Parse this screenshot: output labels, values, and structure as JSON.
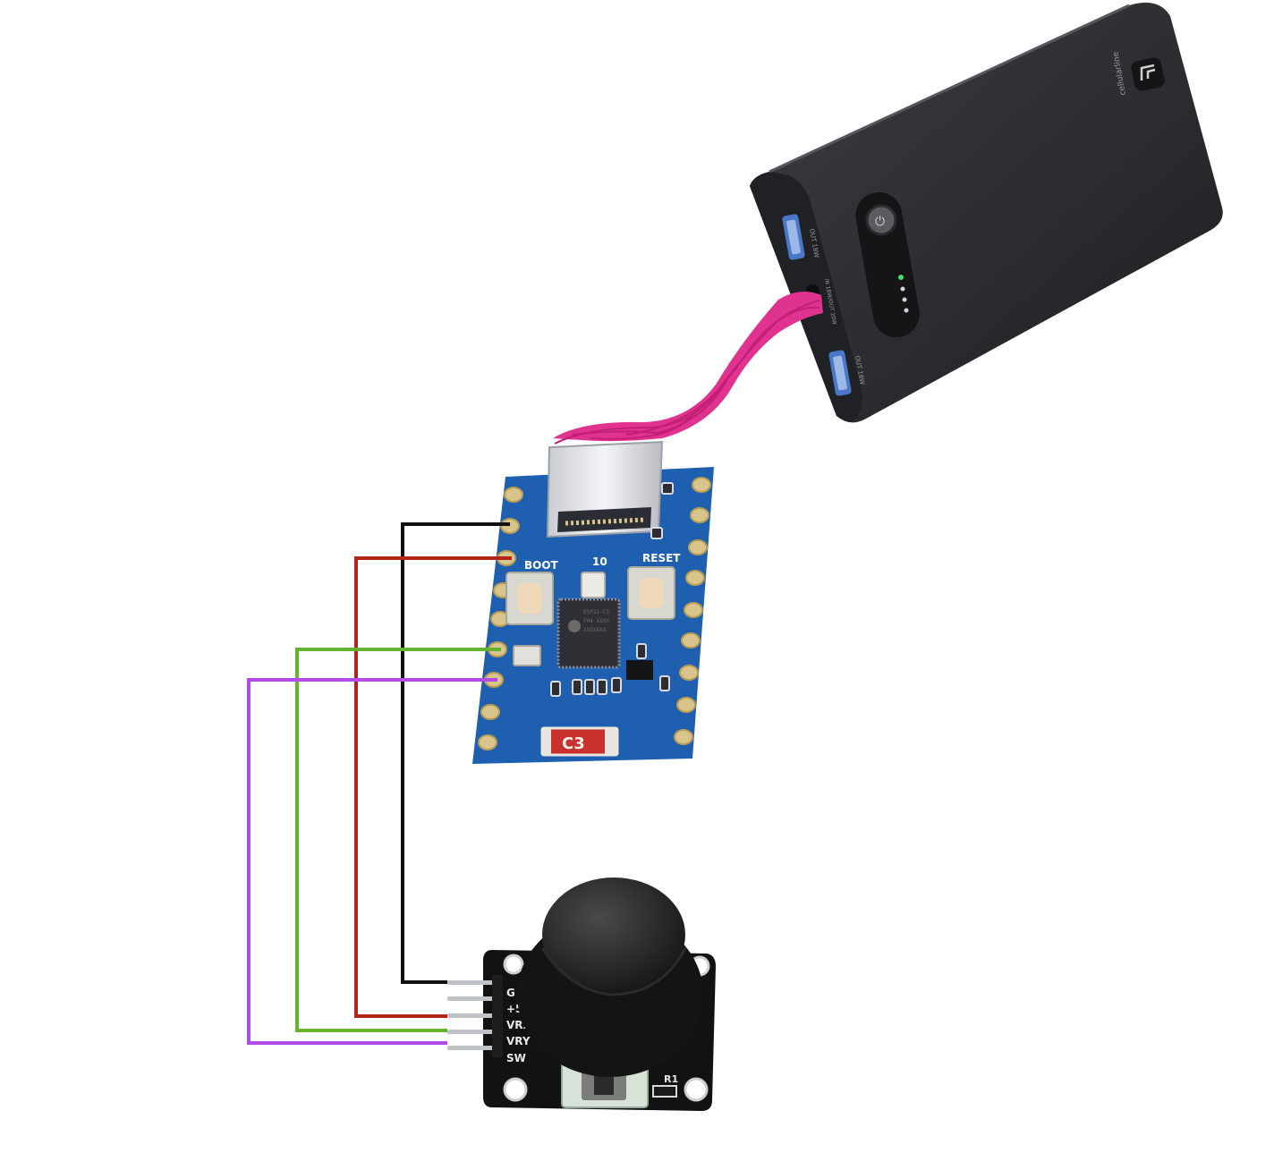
{
  "colors": {
    "wire_gnd": "#111111",
    "wire_vcc": "#b3241b",
    "wire_vrx": "#66b22e",
    "wire_vry": "#b24be8",
    "usb_cable": "#e0338f",
    "pcb_blue": "#1f5fb0",
    "joystick_pcb": "#121212",
    "power_bank": "#2b2c2f"
  },
  "esp32_board": {
    "boot_label": "BOOT",
    "led_label": "10",
    "reset_label": "RESET",
    "antenna_label": "C3",
    "chip_lines": [
      "ESP32-C3",
      "FH4 XXXX",
      "XXXXXXX"
    ]
  },
  "joystick": {
    "pin_labels": [
      "G",
      "+5",
      "VRX",
      "VRY",
      "SW"
    ],
    "resistor_label": "R1"
  },
  "power_bank": {
    "brand_text": "cellularline",
    "port_labels": [
      "OUT 18W",
      "IN 18W/OUT 20W",
      "OUT 18W"
    ]
  }
}
